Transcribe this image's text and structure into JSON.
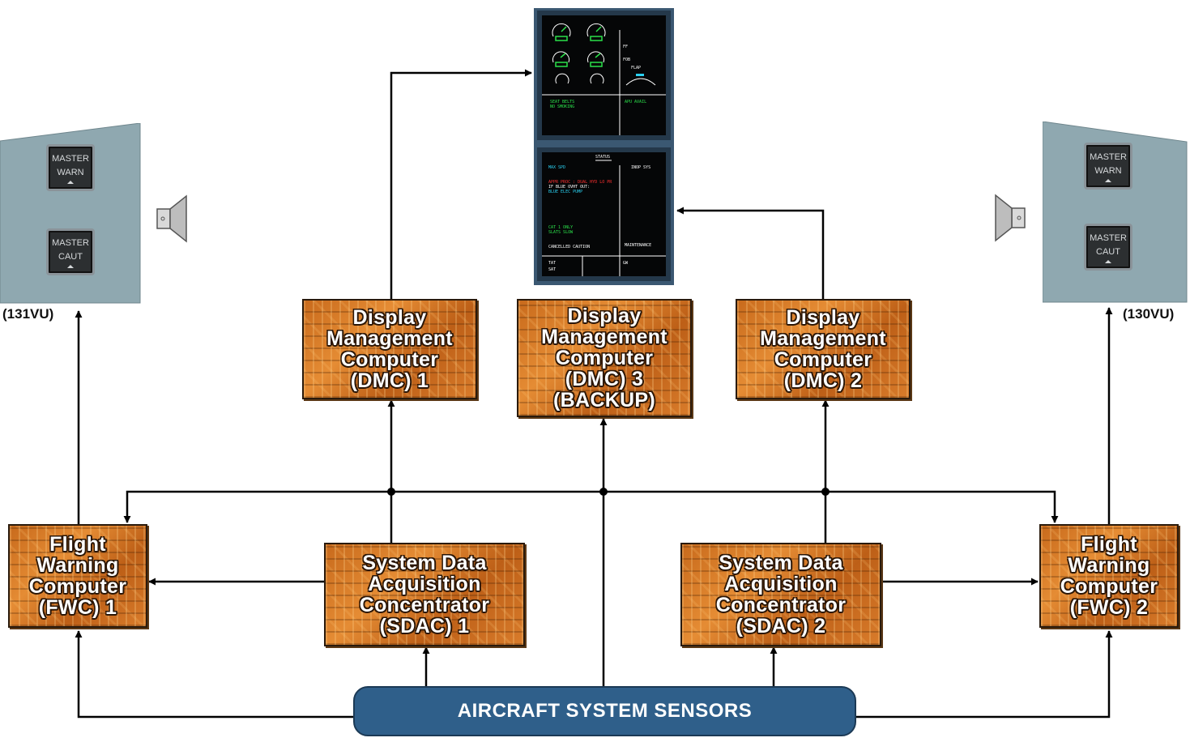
{
  "colors": {
    "box_orange": "#d97c2b",
    "sensor_blue": "#2f5f8a",
    "panel_grey": "#8fa8b0",
    "line": "#000000"
  },
  "boxes": {
    "dmc1": "Display\nManagement\nComputer\n(DMC) 1",
    "dmc3": "Display\nManagement\nComputer\n(DMC) 3\n(BACKUP)",
    "dmc2": "Display\nManagement\nComputer\n(DMC) 2",
    "fwc1": "Flight\nWarning\nComputer\n(FWC) 1",
    "fwc2": "Flight\nWarning\nComputer\n(FWC) 2",
    "sdac1": "System Data\nAcquisition\nConcentrator\n(SDAC) 1",
    "sdac2": "System Data\nAcquisition\nConcentrator\n(SDAC) 2"
  },
  "sensors": "AIRCRAFT SYSTEM SENSORS",
  "panels": {
    "left": {
      "label": "(131VU)",
      "warn_top": "MASTER",
      "warn_bottom": "WARN",
      "caut_top": "MASTER",
      "caut_bottom": "CAUT"
    },
    "right": {
      "label": "(130VU)",
      "warn_top": "MASTER",
      "warn_bottom": "WARN",
      "caut_top": "MASTER",
      "caut_bottom": "CAUT"
    }
  },
  "icons": {
    "speaker": "speaker-icon",
    "engine_gauge": "gauge-icon"
  },
  "upper_ecam": {
    "memo_left_1": "SEAT BELTS",
    "memo_left_2": "NO SMOKING",
    "memo_right": "APU AVAIL",
    "ff": "FF",
    "fob": "FOB",
    "flap": "FLAP"
  },
  "lower_ecam": {
    "title": "STATUS",
    "line1": "MAX SPD",
    "line2": "APPR PROC : DUAL HYD LO PR",
    "line3": "IF BLUE OVHT OUT:",
    "line4": "BLUE ELEC PUMP",
    "line5": "CAT 1 ONLY",
    "line6": "SLATS SLOW",
    "cancelled": "CANCELLED CAUTION",
    "inop": "INOP SYS",
    "maintenance": "MAINTENANCE",
    "tat": "TAT",
    "sat": "SAT",
    "gw": "GW"
  }
}
